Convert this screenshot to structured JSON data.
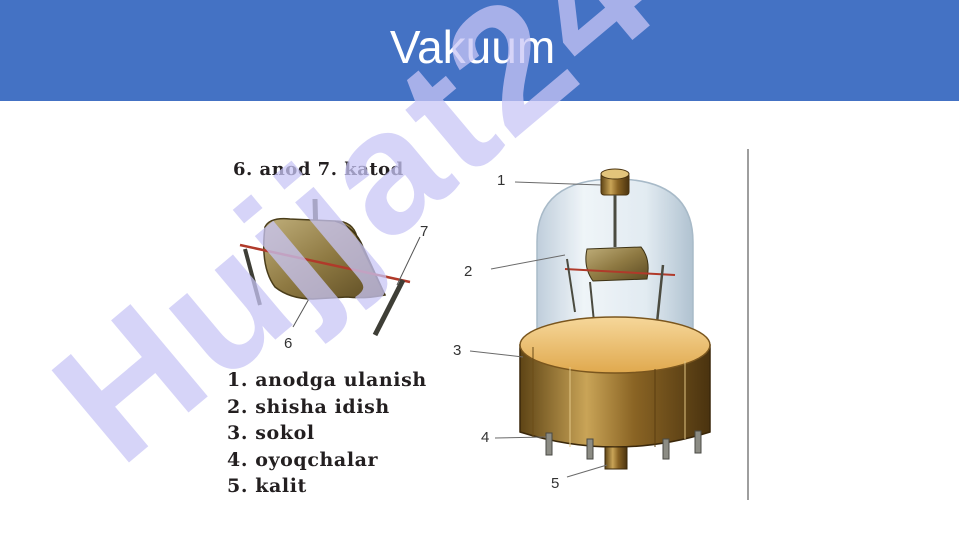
{
  "header": {
    "title": "Vakuum"
  },
  "figure": {
    "caption": "6. anod 7. katod",
    "legend": [
      "1. anodga ulanish",
      "2. shisha idish",
      "3. sokol",
      "4. oyoqchalar",
      "5. kalit"
    ],
    "callouts": [
      "1",
      "2",
      "3",
      "4",
      "5",
      "6",
      "7"
    ]
  },
  "watermark": {
    "text": "Hujjat24",
    "color": "#c8c6f5"
  },
  "colors": {
    "header": "#4472c4",
    "title_text": "#ffffff",
    "brass": "#a8843c",
    "glass": "#d7e4ee"
  }
}
